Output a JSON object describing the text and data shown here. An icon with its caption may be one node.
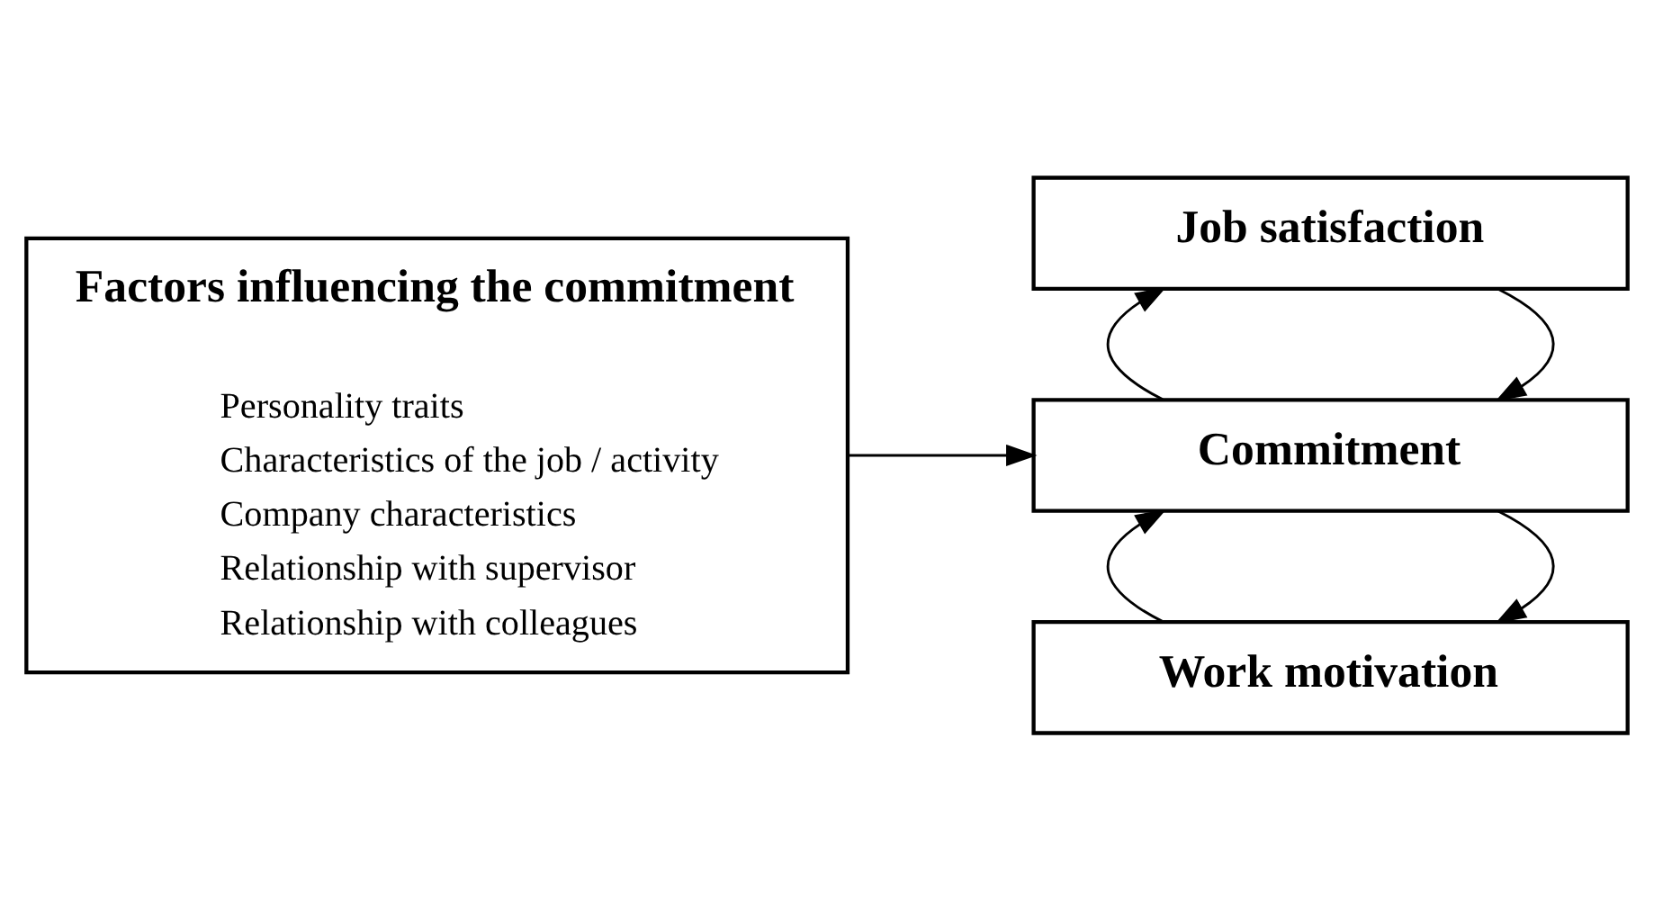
{
  "diagram": {
    "nodes": [
      {
        "text": [
          "Factors influencing the commitment",
          "Personality traits",
          "Characteristics of the job / activity",
          "Company characteristics",
          "Relationship with supervisor",
          "Relationship with colleagues"
        ]
      },
      {
        "text": [
          "Job satisfaction"
        ]
      },
      {
        "text": [
          "Commitment"
        ]
      },
      {
        "text": [
          "Work motivation"
        ]
      }
    ],
    "edges": [
      {
        "from": 0,
        "to": 2,
        "arrow": "to"
      },
      {
        "from": 1,
        "to": 2,
        "arrow": "to"
      },
      {
        "from": 2,
        "to": 1,
        "arrow": "to"
      },
      {
        "from": 2,
        "to": 3,
        "arrow": "to"
      },
      {
        "from": 3,
        "to": 2,
        "arrow": "to"
      }
    ]
  }
}
